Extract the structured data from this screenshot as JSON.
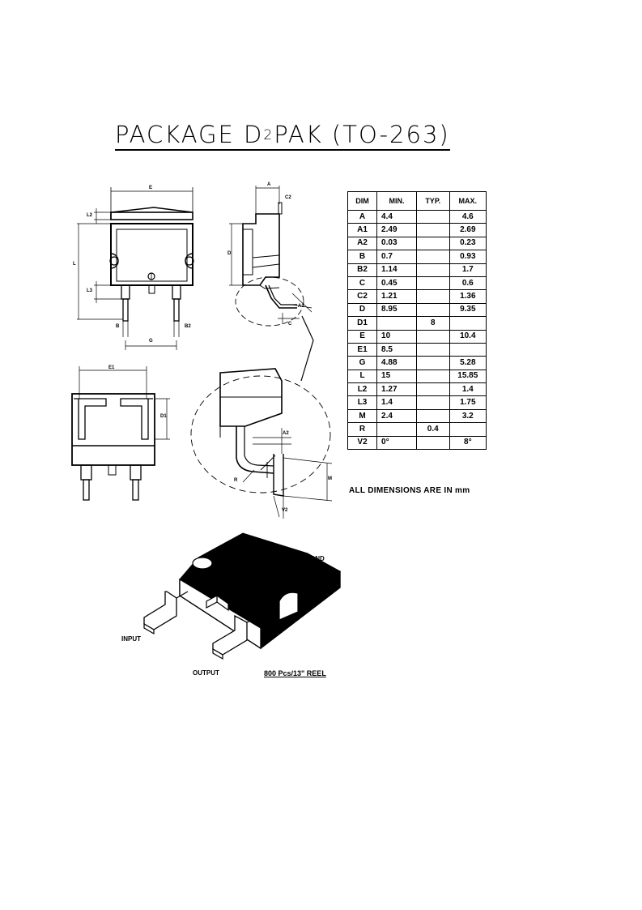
{
  "title": {
    "prefix": "PACKAGE D",
    "superscript": "2",
    "suffix": "PAK (TO-263)"
  },
  "table": {
    "headers": [
      "DIM",
      "MIN.",
      "TYP.",
      "MAX."
    ],
    "rows": [
      {
        "dim": "A",
        "min": "4.4",
        "typ": "",
        "max": "4.6"
      },
      {
        "dim": "A1",
        "min": "2.49",
        "typ": "",
        "max": "2.69"
      },
      {
        "dim": "A2",
        "min": "0.03",
        "typ": "",
        "max": "0.23"
      },
      {
        "dim": "B",
        "min": "0.7",
        "typ": "",
        "max": "0.93"
      },
      {
        "dim": "B2",
        "min": "1.14",
        "typ": "",
        "max": "1.7"
      },
      {
        "dim": "C",
        "min": "0.45",
        "typ": "",
        "max": "0.6"
      },
      {
        "dim": "C2",
        "min": "1.21",
        "typ": "",
        "max": "1.36"
      },
      {
        "dim": "D",
        "min": "8.95",
        "typ": "",
        "max": "9.35"
      },
      {
        "dim": "D1",
        "min": "",
        "typ": "8",
        "max": ""
      },
      {
        "dim": "E",
        "min": "10",
        "typ": "",
        "max": "10.4"
      },
      {
        "dim": "E1",
        "min": "8.5",
        "typ": "",
        "max": ""
      },
      {
        "dim": "G",
        "min": "4.88",
        "typ": "",
        "max": "5.28"
      },
      {
        "dim": "L",
        "min": "15",
        "typ": "",
        "max": "15.85"
      },
      {
        "dim": "L2",
        "min": "1.27",
        "typ": "",
        "max": "1.4"
      },
      {
        "dim": "L3",
        "min": "1.4",
        "typ": "",
        "max": "1.75"
      },
      {
        "dim": "M",
        "min": "2.4",
        "typ": "",
        "max": "3.2"
      },
      {
        "dim": "R",
        "min": "",
        "typ": "0.4",
        "max": ""
      },
      {
        "dim": "V2",
        "min": "0°",
        "typ": "",
        "max": "8°"
      }
    ]
  },
  "note": "ALL DIMENSIONS ARE IN mm",
  "drawing_labels": {
    "E": "E",
    "L2": "L2",
    "L": "L",
    "L3": "L3",
    "B": "B",
    "B2": "B2",
    "G": "G",
    "A": "A",
    "C2": "C2",
    "D": "D",
    "A1": "A1",
    "C": "C",
    "E1": "E1",
    "D1": "D1",
    "A2": "A2",
    "R": "R",
    "M": "M",
    "V2": "V2"
  },
  "pin_labels": {
    "gnd": "GND",
    "input": "INPUT",
    "output": "OUTPUT"
  },
  "reel": "800 Pcs/13\" REEL"
}
